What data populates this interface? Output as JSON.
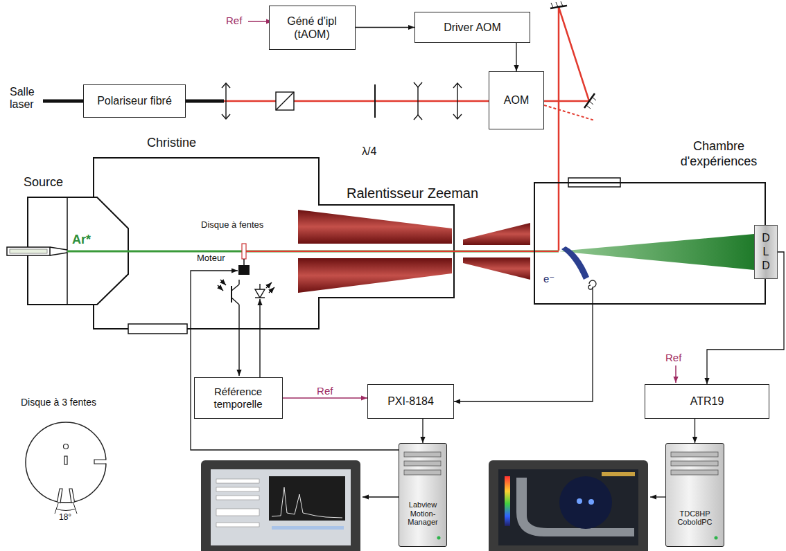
{
  "diagram": {
    "nodes": [
      {
        "text": [
          "Géné d'ipl (tAOM)"
        ]
      },
      {
        "text": [
          "Driver AOM"
        ]
      },
      {
        "text": [
          "Polariseur fibré"
        ]
      },
      {
        "text": [
          "AOM"
        ]
      },
      {
        "text": [
          "Chambre d'expériences"
        ]
      },
      {
        "text": [
          "DLD"
        ],
        "in": 4
      },
      {
        "text": [
          "Référence temporelle"
        ]
      },
      {
        "text": [
          "PXI-8184"
        ]
      },
      {
        "text": [
          "ATR19"
        ]
      },
      {
        "text": [
          "Labview Motion-Manager"
        ]
      },
      {
        "text": [
          "TDC8HP CoboldPC"
        ]
      }
    ],
    "edges": [
      {
        "from": 0,
        "to": 1,
        "arrow": "to"
      },
      {
        "from": 1,
        "to": 3,
        "arrow": "to"
      },
      {
        "from": 2,
        "to": 3,
        "arrow": "none"
      },
      {
        "from": 4,
        "to": 7,
        "arrow": "to"
      },
      {
        "from": 5,
        "to": 8,
        "arrow": "to"
      },
      {
        "from": 6,
        "to": 7,
        "label": "Ref",
        "arrow": "to"
      },
      {
        "from": 7,
        "to": 9,
        "arrow": "to"
      },
      {
        "from": 8,
        "to": 10,
        "arrow": "to"
      }
    ],
    "labels": [
      "Salle laser",
      "Ref",
      "λ/4",
      "Christine",
      "Source",
      "Ar*",
      "Disque à fentes",
      "Moteur",
      "Ralentisseur Zeeman",
      "e⁻",
      "Ref",
      "Disque à 3 fentes",
      "18°"
    ]
  }
}
